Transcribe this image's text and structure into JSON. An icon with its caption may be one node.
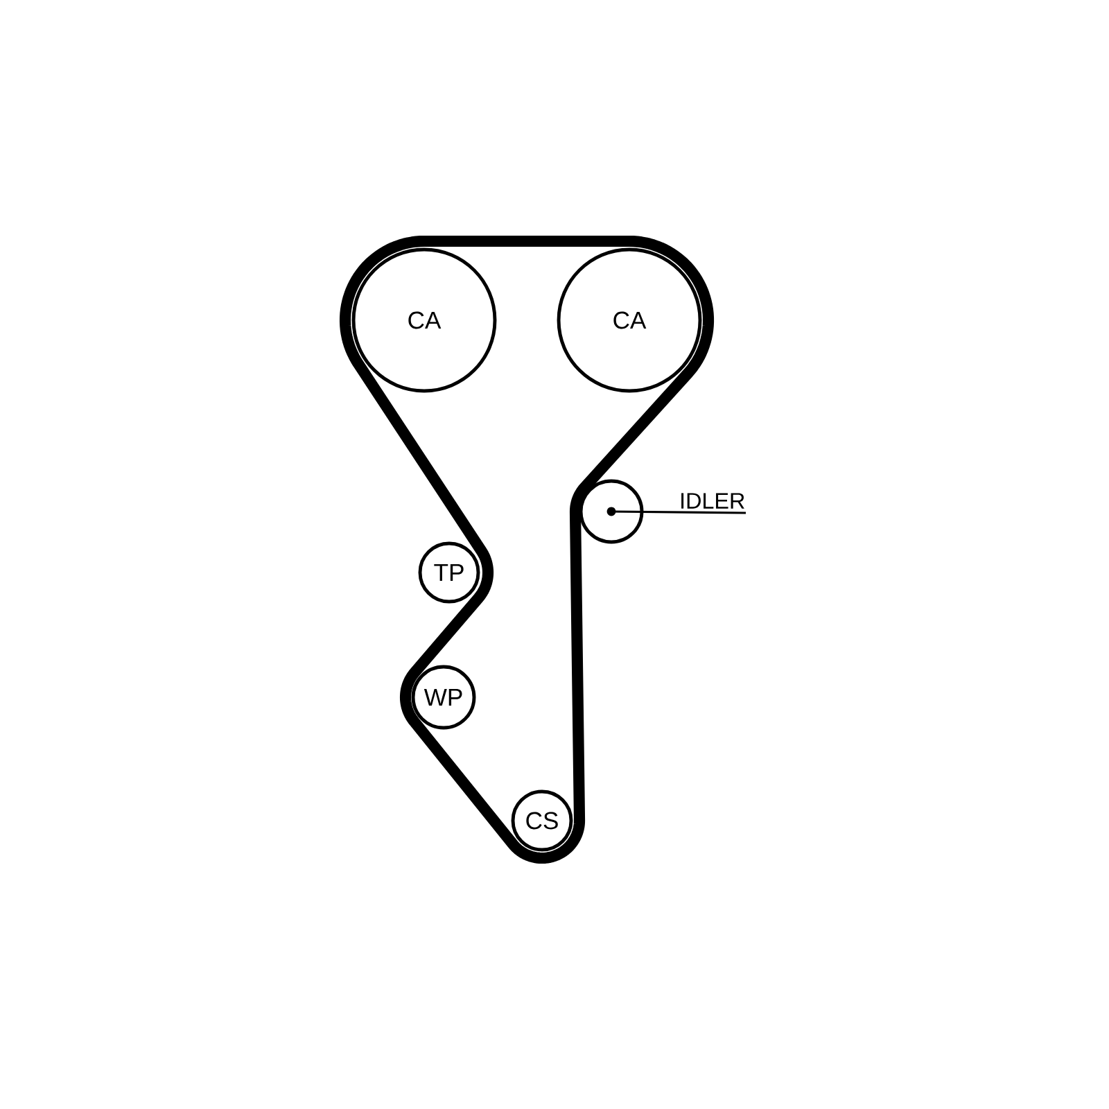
{
  "diagram": {
    "nodes": [
      {
        "text": [
          "CA"
        ]
      },
      {
        "text": [
          "CA"
        ]
      },
      {
        "text": [],
        "shape": "circle"
      },
      {
        "text": [
          "IDLER"
        ]
      },
      {
        "text": [
          "TP"
        ]
      },
      {
        "text": [
          "WP"
        ]
      },
      {
        "text": [
          "CS"
        ]
      }
    ],
    "edges": [
      {
        "from": 3,
        "to": 2,
        "arrow": "none"
      }
    ]
  }
}
